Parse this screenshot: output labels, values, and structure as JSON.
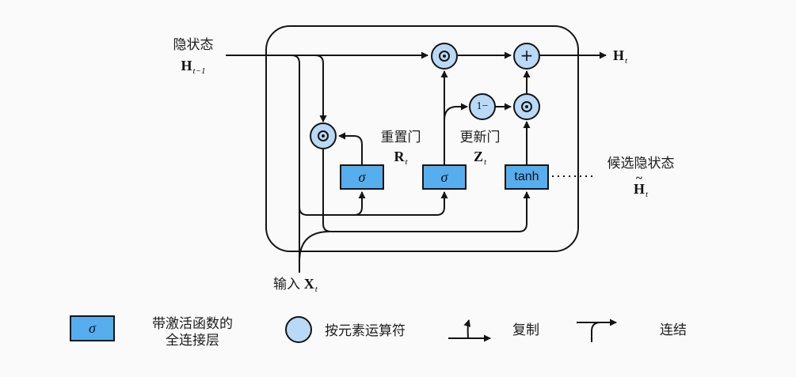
{
  "colors": {
    "background": "#fafafa",
    "gate_box_fill": "#56aeef",
    "operator_circle_fill": "#b9d9f7",
    "line": "#141414"
  },
  "diagram": {
    "hidden_state_label": "隐状态",
    "hidden_state_var": {
      "base": "H",
      "sub": "t−1"
    },
    "output_var": {
      "base": "H",
      "sub": "t"
    },
    "input_label": "输入",
    "input_var": {
      "base": "X",
      "sub": "t"
    },
    "reset_gate_label": "重置门",
    "reset_gate_var": {
      "base": "R",
      "sub": "t"
    },
    "update_gate_label": "更新门",
    "update_gate_var": {
      "base": "Z",
      "sub": "t"
    },
    "candidate_label": "候选隐状态",
    "candidate_var": {
      "tilde": "~",
      "base": "H",
      "sub": "t"
    },
    "nodes": {
      "sigma_reset": "σ",
      "sigma_update": "σ",
      "tanh": "tanh",
      "plus": "+",
      "one_minus": "1−"
    }
  },
  "legend": {
    "sigma": "σ",
    "fc_line1": "带激活函数的",
    "fc_line2": "全连接层",
    "elementwise": "按元素运算符",
    "copy": "复制",
    "concat": "连结"
  }
}
